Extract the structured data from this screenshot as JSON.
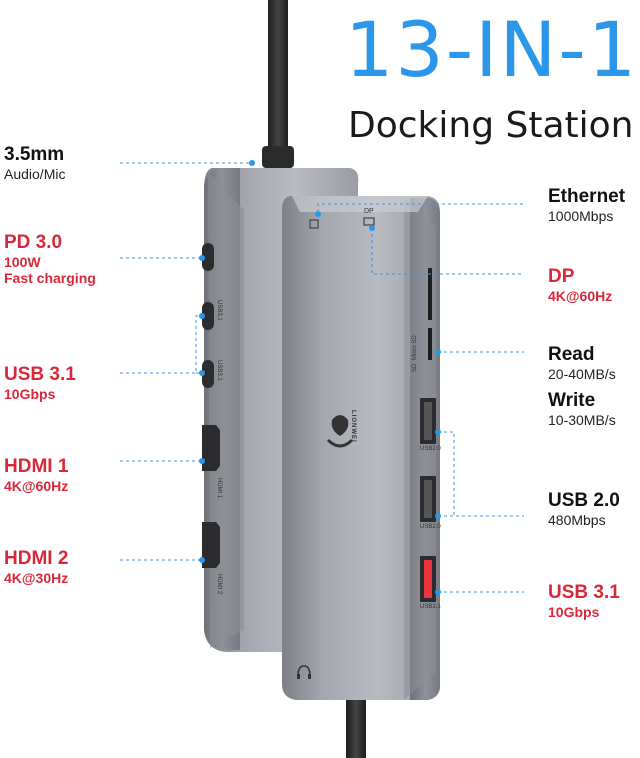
{
  "title": "13-IN-1",
  "subtitle": "Docking Station",
  "brand_logo_text": "LIONWEI",
  "left_labels": [
    {
      "main": "3.5mm",
      "sub": "Audio/Mic",
      "color": "#111111"
    },
    {
      "main": "PD 3.0",
      "sub": "100W\nFast charging",
      "color": "#d9283a"
    },
    {
      "main": "USB 3.1",
      "sub": "10Gbps",
      "color": "#d9283a"
    },
    {
      "main": "HDMI 1",
      "sub": "4K@60Hz",
      "color": "#d9283a"
    },
    {
      "main": "HDMI 2",
      "sub": "4K@30Hz",
      "color": "#d9283a"
    }
  ],
  "right_labels": [
    {
      "main": "Ethernet",
      "sub": "1000Mbps",
      "color": "#111111"
    },
    {
      "main": "DP",
      "sub": "4K@60Hz",
      "color": "#d9283a"
    },
    {
      "main": "Read",
      "sub": "20-40MB/s",
      "color": "#111111"
    },
    {
      "main": "Write",
      "sub": "10-30MB/s",
      "color": "#111111"
    },
    {
      "main": "USB 2.0",
      "sub": "480Mbps",
      "color": "#111111"
    },
    {
      "main": "USB 3.1",
      "sub": "10Gbps",
      "color": "#d9283a"
    }
  ],
  "port_markings": {
    "usb31_a": "USB3.1",
    "usb31_b": "USB3.1",
    "hdmi1": "HDMI 1",
    "hdmi2": "HDMI 2",
    "usb20_a": "USB2.0",
    "usb20_b": "USB2.0",
    "usb31_red": "USB3.1",
    "sd": "SD",
    "micro_sd": "Micro SD",
    "dp": "DP"
  },
  "colors": {
    "accent_blue": "#2a97ea",
    "label_red": "#d9283a",
    "usb31_port": "#e8353f",
    "leader_line": "#4a8fd6"
  }
}
